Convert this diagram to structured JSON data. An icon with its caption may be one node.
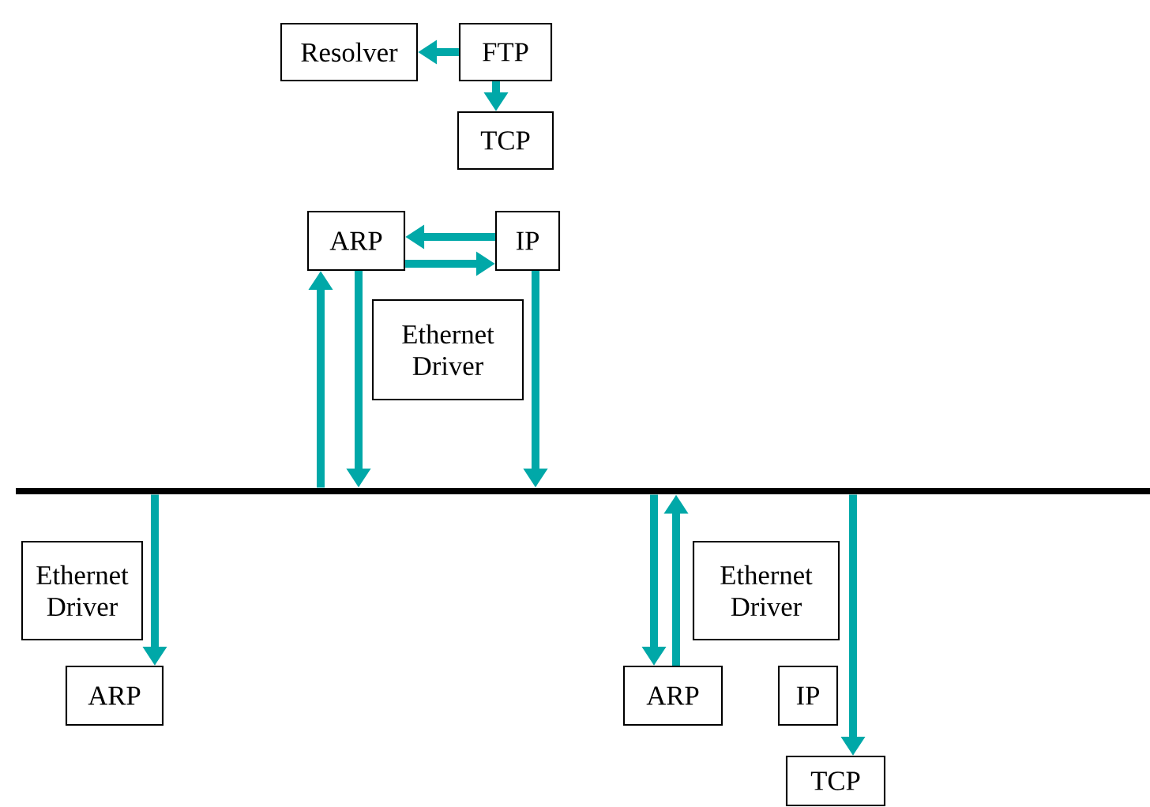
{
  "diagram": {
    "nodes": [
      {
        "text": [
          "Resolver"
        ]
      },
      {
        "text": [
          "FTP"
        ]
      },
      {
        "text": [
          "TCP"
        ]
      },
      {
        "text": [
          "ARP"
        ]
      },
      {
        "text": [
          "IP"
        ]
      },
      {
        "text": [
          "Ethernet Driver"
        ]
      },
      {
        "text": [],
        "shape": "bar"
      },
      {
        "text": [
          "Ethernet Driver"
        ]
      },
      {
        "text": [
          "ARP"
        ]
      },
      {
        "text": [
          "Ethernet Driver"
        ]
      },
      {
        "text": [
          "ARP"
        ]
      },
      {
        "text": [
          "IP"
        ]
      },
      {
        "text": [
          "TCP"
        ]
      }
    ],
    "edges": [
      {
        "from": 1,
        "to": 0,
        "arrow": "to"
      },
      {
        "from": 1,
        "to": 2,
        "arrow": "to"
      },
      {
        "from": 4,
        "to": 3,
        "arrow": "to"
      },
      {
        "from": 3,
        "to": 4,
        "arrow": "to"
      },
      {
        "from": 6,
        "to": 3,
        "arrow": "to"
      },
      {
        "from": 3,
        "to": 6,
        "arrow": "to"
      },
      {
        "from": 4,
        "to": 6,
        "arrow": "to"
      },
      {
        "from": 6,
        "to": 8,
        "arrow": "to"
      },
      {
        "from": 6,
        "to": 10,
        "arrow": "to"
      },
      {
        "from": 10,
        "to": 6,
        "arrow": "to"
      },
      {
        "from": 6,
        "to": 12,
        "arrow": "to"
      }
    ]
  }
}
